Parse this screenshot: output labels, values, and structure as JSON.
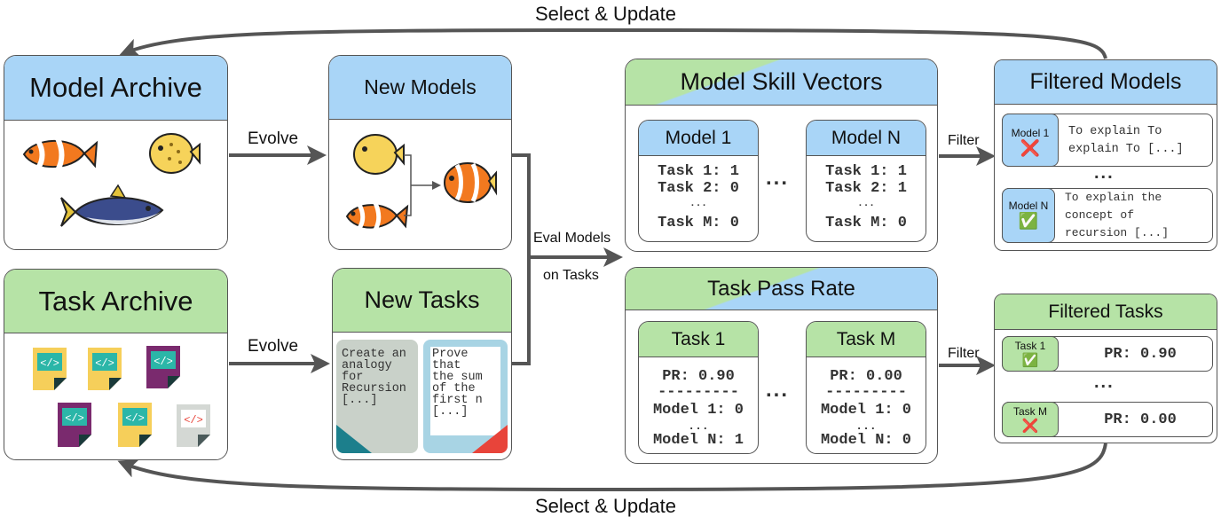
{
  "cycle": {
    "top_label": "Select & Update",
    "bottom_label": "Select & Update"
  },
  "model_archive": {
    "title": "Model Archive",
    "icons": [
      "clownfish-icon",
      "pufferfish-icon",
      "tuna-icon"
    ]
  },
  "task_archive": {
    "title": "Task Archive",
    "icons": [
      "code-file-icon",
      "code-file-icon",
      "code-file-icon",
      "code-file-icon",
      "code-file-icon",
      "code-file-icon"
    ]
  },
  "evolve_top": "Evolve",
  "evolve_bottom": "Evolve",
  "new_models": {
    "title": "New Models",
    "icons": [
      "pufferfish-icon",
      "clownfish-icon",
      "hybrid-fish-icon"
    ]
  },
  "new_tasks": {
    "title": "New Tasks",
    "papers": [
      {
        "text": "Create an\nanalogy\nfor\nRecursion\n[...]",
        "color": "#c9d1c9",
        "corner": "#1c7f8c"
      },
      {
        "text": "Prove\nthat\nthe sum\nof the\nfirst n\n[...]",
        "color": "#a8d4e4",
        "corner": "#e8443a"
      }
    ]
  },
  "eval": {
    "line1": "Eval Models",
    "line2": "on Tasks"
  },
  "skill_vectors": {
    "title": "Model Skill Vectors",
    "ellipsis": "...",
    "cards": [
      {
        "title": "Model 1",
        "lines": [
          "Task 1: 1",
          "Task 2: 0",
          "...",
          "Task M: 0"
        ]
      },
      {
        "title": "Model N",
        "lines": [
          "Task 1: 1",
          "Task 2: 1",
          "...",
          "Task M: 0"
        ]
      }
    ]
  },
  "pass_rate": {
    "title": "Task Pass Rate",
    "ellipsis": "...",
    "cards": [
      {
        "title": "Task 1",
        "pr": "PR: 0.90",
        "sep": "---------",
        "lines": [
          "Model 1: 0",
          "...",
          "Model N: 1"
        ]
      },
      {
        "title": "Task M",
        "pr": "PR: 0.00",
        "sep": "---------",
        "lines": [
          "Model 1: 0",
          "...",
          "Model N: 0"
        ]
      }
    ]
  },
  "filter_top": "Filter",
  "filter_bottom": "Filter",
  "filtered_models": {
    "title": "Filtered Models",
    "ellipsis": "...",
    "rows": [
      {
        "model": "Model 1",
        "mark": "❌",
        "text": "To explain To\nexplain To [...]"
      },
      {
        "model": "Model N",
        "mark": "✅",
        "text": "To explain the\nconcept of\nrecursion [...]"
      }
    ]
  },
  "filtered_tasks": {
    "title": "Filtered Tasks",
    "ellipsis": "...",
    "rows": [
      {
        "task": "Task 1",
        "mark": "✅",
        "pr": "PR: 0.90"
      },
      {
        "task": "Task M",
        "mark": "❌",
        "pr": "PR: 0.00"
      }
    ]
  }
}
